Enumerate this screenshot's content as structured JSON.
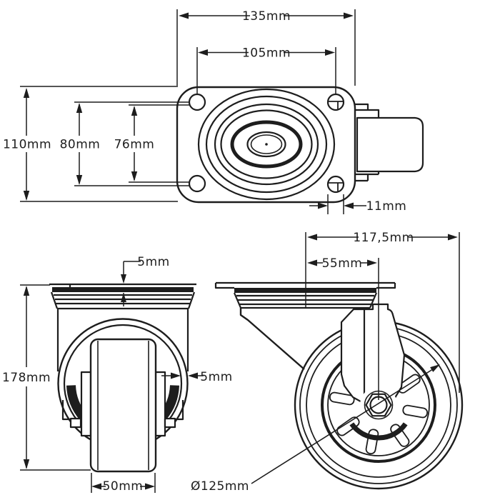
{
  "colors": {
    "background": "#ffffff",
    "ink": "#1d1d1d"
  },
  "drawing_type": "caster-wheel-technical-drawing",
  "views": {
    "top": {
      "name": "top view",
      "dims": {
        "plate_length": "135mm",
        "bolt_spacing_length": "105mm",
        "plate_width": "110mm",
        "bolt_spacing_width": "80mm",
        "inner_spacing_width": "76mm",
        "bolt_hole_diameter": "11mm"
      }
    },
    "front": {
      "name": "front view",
      "dims": {
        "plate_thickness": "5mm",
        "overall_height": "178mm",
        "fork_thickness": "5mm",
        "wheel_width": "50mm"
      }
    },
    "side": {
      "name": "side view",
      "dims": {
        "overall_length": "117,5mm",
        "swivel_offset": "55mm",
        "wheel_diameter": "Ø125mm"
      }
    }
  }
}
